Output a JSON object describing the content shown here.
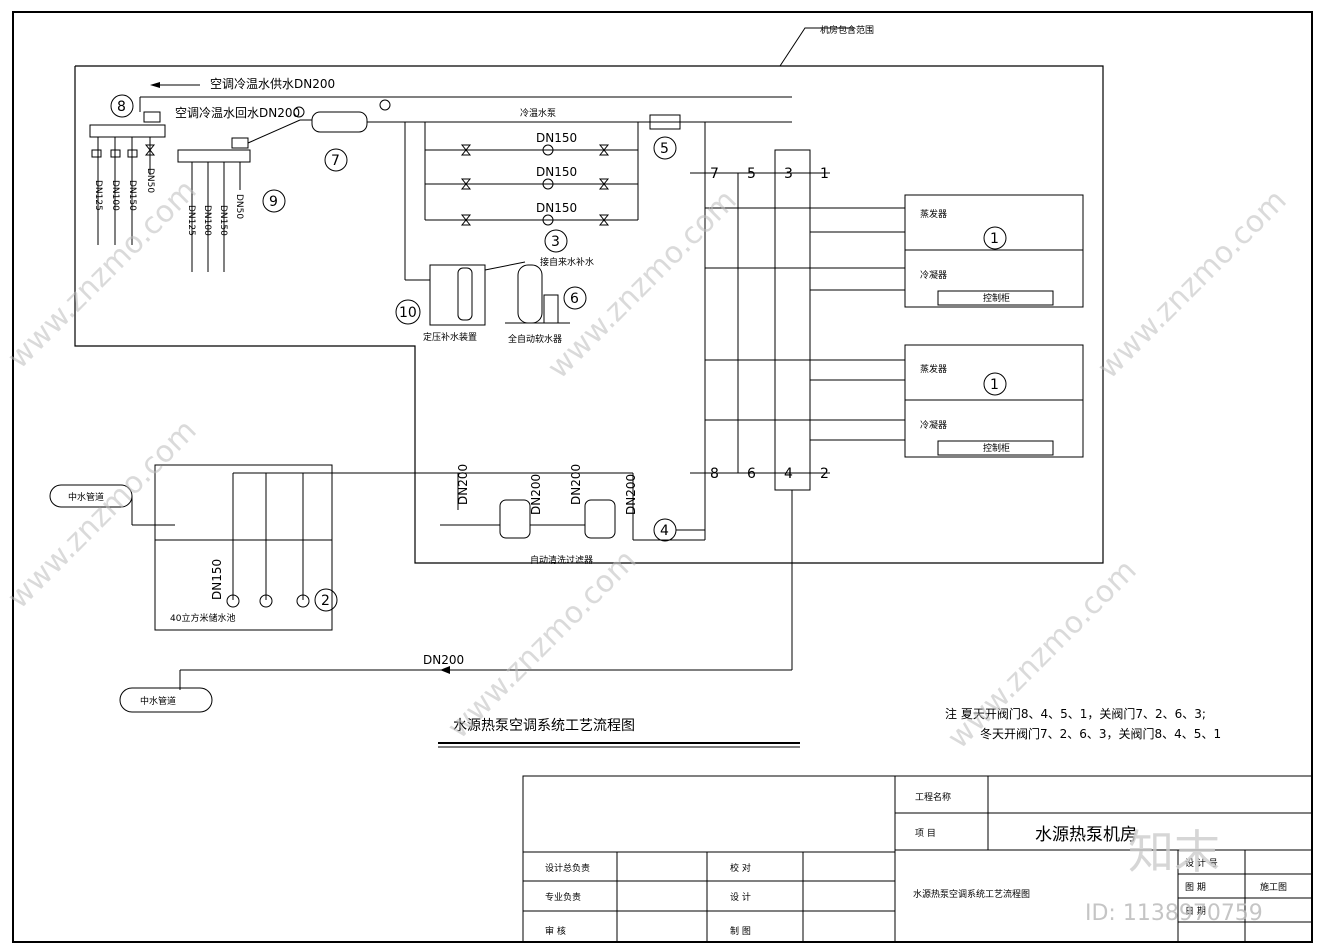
{
  "boundary_label": "机房包含范围",
  "pipes": {
    "supply_label": "空调冷温水供水DN200",
    "return_label": "空调冷温水回水DN200",
    "cold_water_pumps": "冷温水泵",
    "pump_dn": "DN150",
    "drain_dn": "DN200",
    "well_pump_dn": "DN150",
    "filter_dn": "DN200",
    "make_up_water": "接自来水补水",
    "supply_branches": [
      "DN125",
      "DN100",
      "DN150",
      "DN50"
    ],
    "return_branches": [
      "DN125",
      "DN100",
      "DN150",
      "DN50"
    ]
  },
  "equipment": {
    "evaporator": "蒸发器",
    "condenser": "冷凝器",
    "control_cabinet": "控制柜",
    "pressure_unit": "定压补水装置",
    "softener": "全自动软水器",
    "filter": "自动清洗过滤器",
    "pool": "40立方米储水池",
    "middle_pipe_in": "中水管道",
    "middle_pipe_out": "中水管道"
  },
  "markers": [
    "1",
    "2",
    "3",
    "4",
    "5",
    "6",
    "7",
    "8",
    "9",
    "10"
  ],
  "valve_numbers_top": [
    "7",
    "5",
    "3",
    "1"
  ],
  "valve_numbers_bottom": [
    "8",
    "6",
    "4",
    "2"
  ],
  "diagram_title": "水源热泵空调系统工艺流程图",
  "notes": {
    "line1": "注 夏天开阀门8、4、5、1，关阀门7、2、6、3;",
    "line2": "冬天开阀门7、2、6、3，关阀门8、4、5、1"
  },
  "title_block": {
    "project_name_label": "工程名称",
    "item_label": "项      目",
    "item_value": "水源热泵机房",
    "drawing_name": "水源热泵空调系统工艺流程图",
    "rows": [
      {
        "left": "设计总负责",
        "mid": "校          对"
      },
      {
        "left": "专业负责",
        "mid": "设          计"
      },
      {
        "left": "审          核",
        "mid": "制          图"
      }
    ],
    "design_no_label": "设  计  号",
    "drawing_date_label": "图      期",
    "drawing_date_value": "施工图",
    "date_label": "日      期"
  },
  "watermarks": {
    "brand": "www.znzmo.com",
    "logo": "知末",
    "id_text": "ID: 1138970759"
  }
}
